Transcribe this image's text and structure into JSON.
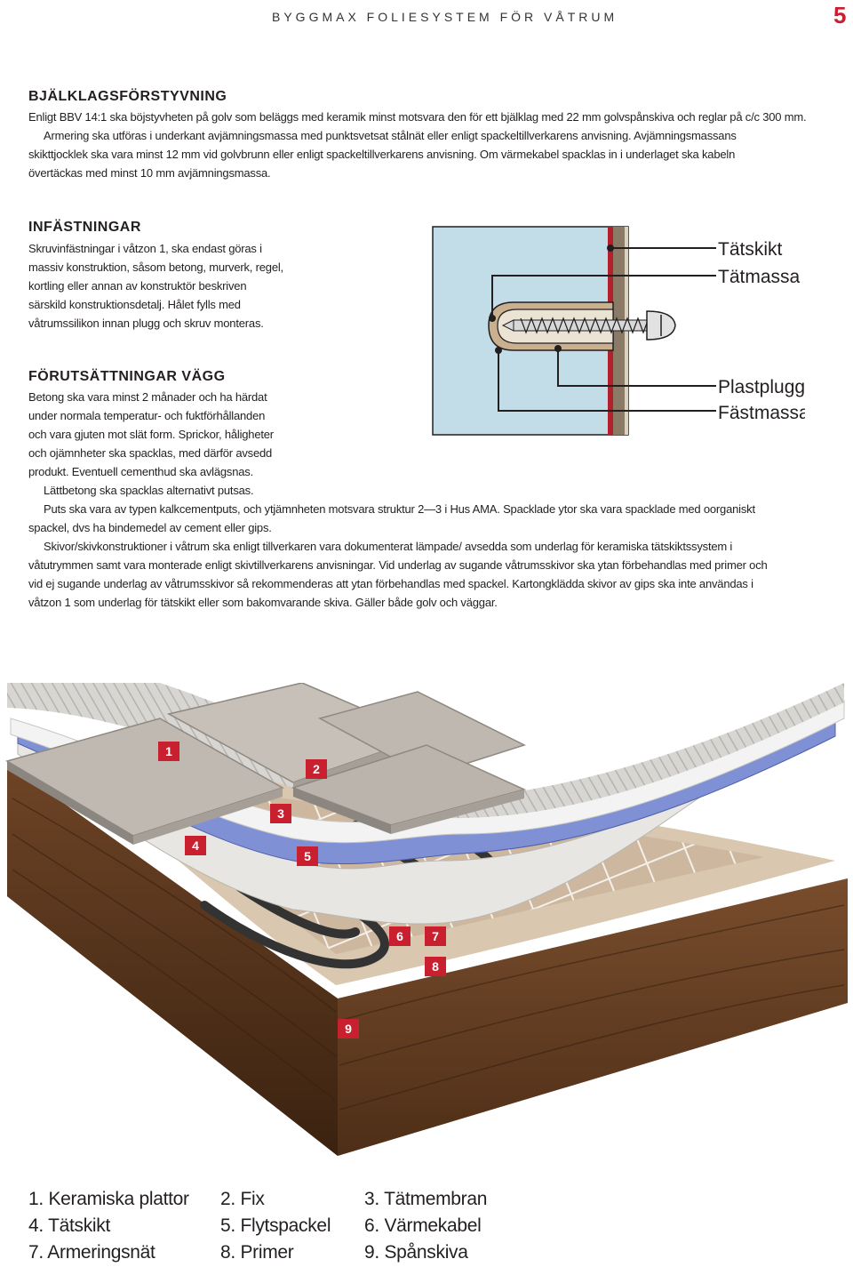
{
  "header": {
    "title": "BYGGMAX FOLIESYSTEM FÖR VÅTRUM",
    "page_number": "5"
  },
  "sections": {
    "bjalklag": {
      "heading": "BJÄLKLAGSFÖRSTYVNING",
      "lines": [
        "Enligt BBV 14:1 ska böjstyvheten på golv som beläggs med keramik minst motsvara den för ett bjälklag med 22 mm golvspånskiva och reglar på c/c 300 mm.",
        "Armering ska utföras i underkant avjämningsmassa med punktsvetsat stålnät eller enligt spackeltillverkarens anvisning. Avjämningsmassans",
        "skikttjocklek ska vara minst 12 mm vid golvbrunn eller enligt spackeltillverkarens anvisning. Om värmekabel spacklas in i underlaget ska kabeln",
        "övertäckas med minst 10 mm avjämningsmassa."
      ]
    },
    "infastningar": {
      "heading": "INFÄSTNINGAR",
      "lines": [
        "Skruvinfästningar i våtzon 1, ska endast göras i",
        "massiv konstruktion, såsom betong, murverk, regel,",
        "kortling eller annan av konstruktör beskriven",
        "särskild konstruktionsdetalj. Hålet fylls med",
        "våtrumssilikon innan plugg och skruv monteras."
      ]
    },
    "forutsattningar": {
      "heading": "FÖRUTSÄTTNINGAR VÄGG",
      "lines": [
        "Betong ska vara minst 2 månader och ha härdat",
        "under normala temperatur- och fuktförhållanden",
        "och vara gjuten mot slät form. Sprickor, håligheter",
        "och ojämnheter ska spacklas, med därför avsedd",
        "produkt. Eventuell cementhud ska avlägsnas.",
        "Lättbetong ska spacklas alternativt putsas.",
        "Puts ska vara av typen kalkcementputs, och ytjämnheten motsvara struktur 2—3 i Hus AMA. Spacklade ytor ska vara spacklade med oorganiskt",
        "spackel, dvs ha bindemedel av cement eller gips.",
        "Skivor/skivkonstruktioner i våtrum ska enligt tillverkaren vara dokumenterat lämpade/ avsedda som underlag för keramiska tätskiktssystem i",
        "våtutrymmen samt vara monterade enligt skivtillverkarens anvisningar. Vid underlag av sugande våtrumsskivor ska ytan förbehandlas med primer och",
        "vid ej sugande underlag av våtrumsskivor så rekommenderas att ytan förbehandlas med spackel. Kartongklädda skivor av gips ska inte användas i",
        "våtzon 1 som underlag för tätskikt eller som bakomvarande skiva. Gäller både golv och väggar."
      ]
    }
  },
  "diagram": {
    "labels": [
      "Tätskikt",
      "Tätmassa",
      "Plastplugg",
      "Fästmassa"
    ]
  },
  "illustration": {
    "badges": [
      "1",
      "2",
      "3",
      "4",
      "5",
      "6",
      "7",
      "8",
      "9"
    ],
    "badge_color": "#c8202f"
  },
  "legend": [
    "1. Keramiska plattor",
    "2. Fix",
    "3. Tätmembran",
    "4. Tätskikt",
    "5. Flytspackel",
    "6. Värmekabel",
    "7. Armeringsnät",
    "8. Primer",
    "9. Spånskiva"
  ]
}
